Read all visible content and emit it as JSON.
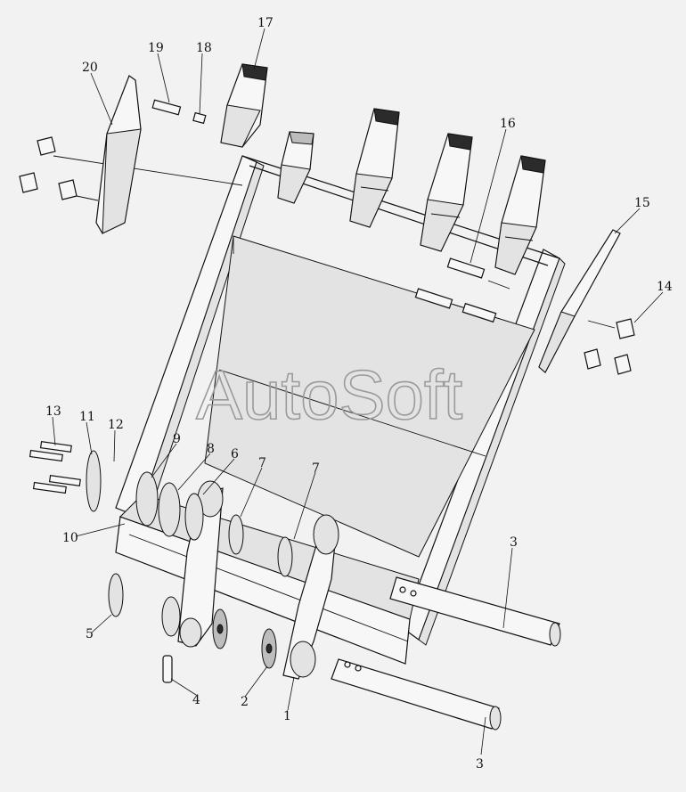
{
  "watermark": "AutoSoft",
  "callouts": {
    "c1": "1",
    "c2": "2",
    "c3a": "3",
    "c3b": "3",
    "c4": "4",
    "c5": "5",
    "c6": "6",
    "c7a": "7",
    "c7b": "7",
    "c8": "8",
    "c9": "9",
    "c10": "10",
    "c11": "11",
    "c12": "12",
    "c13": "13",
    "c14": "14",
    "c15": "15",
    "c16": "16",
    "c17": "17",
    "c18": "18",
    "c19": "19",
    "c20": "20"
  }
}
